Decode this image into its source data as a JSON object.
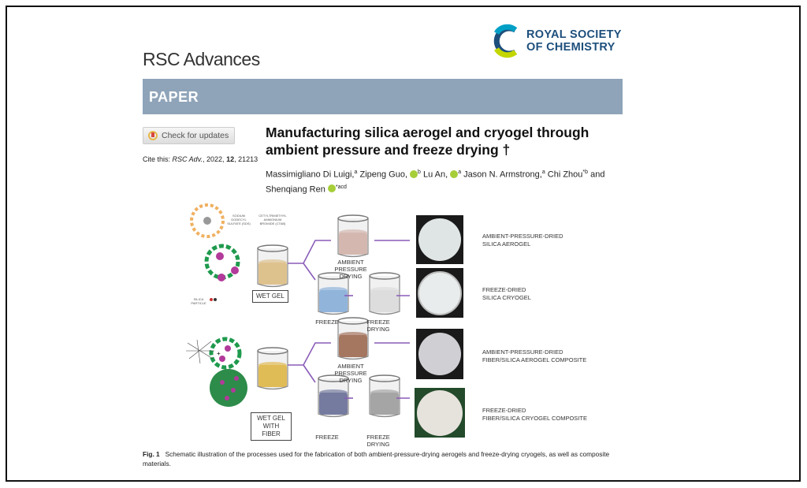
{
  "journal": "RSC Advances",
  "publisher": {
    "line1": "ROYAL SOCIETY",
    "line2": "OF CHEMISTRY"
  },
  "banner": "PAPER",
  "check_updates": "Check for updates",
  "cite": {
    "prefix": "Cite this: ",
    "journal": "RSC Adv.",
    "year": ", 2022, ",
    "volume": "12",
    "page": ", 21213"
  },
  "title": "Manufacturing silica aerogel and cryogel through ambient pressure and freeze drying †",
  "authors": [
    {
      "name": "Massimigliano Di Luigi,",
      "sup": "a",
      "orcid": false
    },
    {
      "name": "Zipeng Guo,",
      "sup": "b",
      "orcid": true
    },
    {
      "name": "Lu An,",
      "sup": "a",
      "orcid": true
    },
    {
      "name": "Jason N. Armstrong,",
      "sup": "a",
      "orcid": false
    },
    {
      "name": "Chi Zhou",
      "sup": "*b",
      "orcid": false
    },
    {
      "name": "and Shenqiang Ren",
      "sup": "*acd",
      "orcid": true
    }
  ],
  "figure": {
    "sds": "SODIUM DODECYL SULFATE (SDS)",
    "ctab": "CETYLTRIMETHYL AMMONIUM BROMIDE (CTAB)",
    "silica_particle": "SILICA PARTICLE",
    "wet_gel": "WET GEL",
    "wet_gel_fiber": "WET GEL WITH FIBER",
    "ambient": "AMBIENT PRESSURE DRYING",
    "freeze": "FREEZE",
    "freeze_drying": "FREEZE DRYING",
    "r1": [
      "AMBIENT-PRESSURE-DRIED",
      "SILICA AEROGEL"
    ],
    "r2": [
      "FREEZE-DRIED",
      "SILICA CRYOGEL"
    ],
    "r3": [
      "AMBIENT-PRESSURE-DRIED",
      "FIBER/SILICA AEROGEL COMPOSITE"
    ],
    "r4": [
      "FREEZE-DRIED",
      "FIBER/SILICA CRYOGEL COMPOSITE"
    ],
    "colors": {
      "arrow": "#8a5cb8",
      "gel1": "#e6c07a",
      "aero1": "#d9b3a6",
      "freeze1": "#7faee0",
      "gel2": "#e9b82f",
      "aero2": "#9a5b3d",
      "freeze2": "#5a6290"
    }
  },
  "caption": {
    "label": "Fig. 1",
    "text": "Schematic illustration of the processes used for the fabrication of both ambient-pressure-drying aerogels and freeze-drying cryogels, as well as composite materials."
  }
}
